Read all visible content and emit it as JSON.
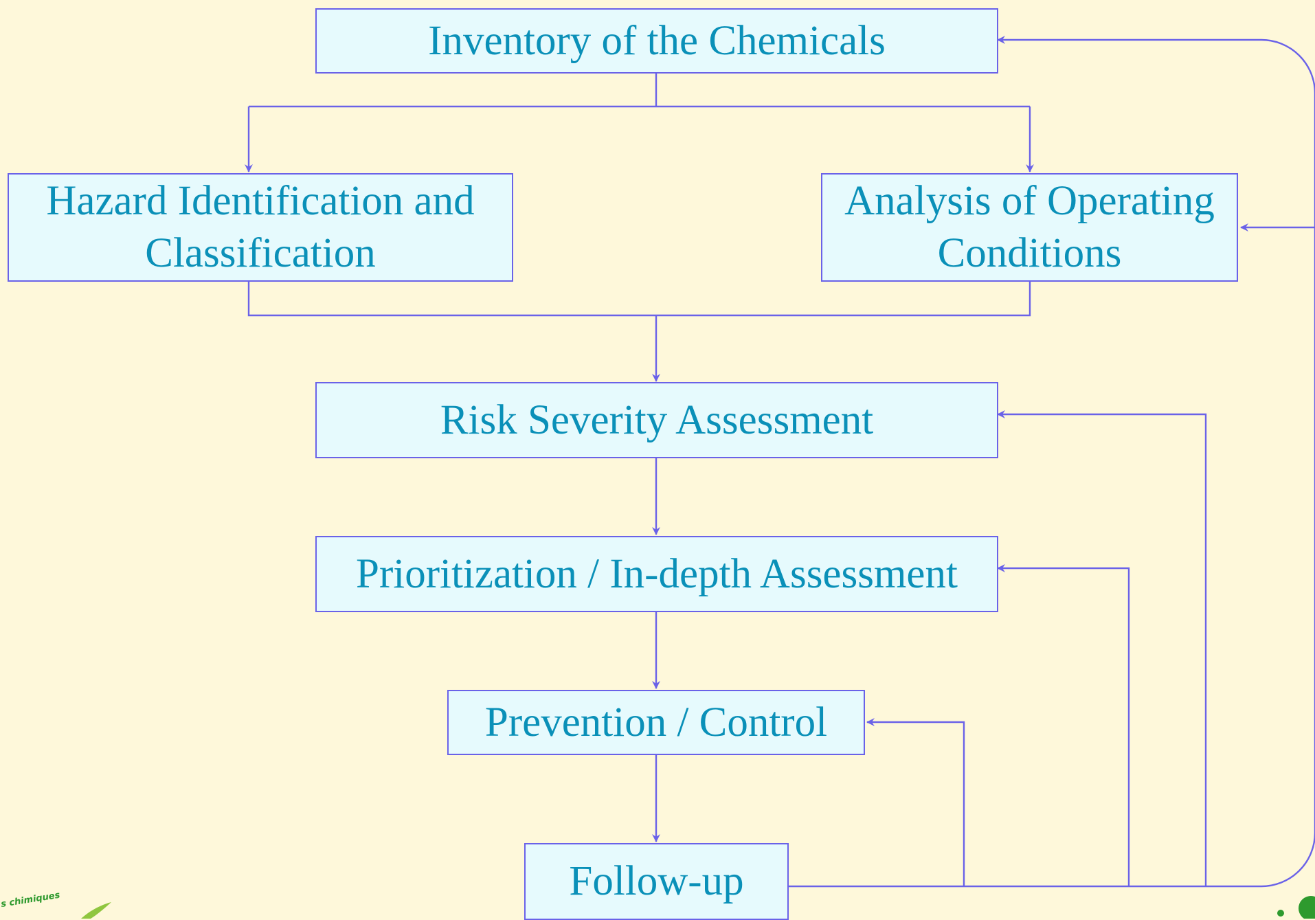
{
  "nodes": {
    "inventory": "Inventory of the Chemicals",
    "hazard": "Hazard Identification and Classification",
    "analysis": "Analysis of Operating Conditions",
    "risk": "Risk Severity Assessment",
    "prioritization": "Prioritization / In-depth Assessment",
    "prevention": "Prevention / Control",
    "followup": "Follow-up"
  },
  "logo": {
    "text": "s chimiques"
  },
  "colors": {
    "background": "#FEF8DA",
    "box_fill": "#E6FAFD",
    "box_border": "#6A62E8",
    "text": "#0A90B8",
    "connector": "#6A62E8",
    "logo_green": "#2E9A2E"
  }
}
